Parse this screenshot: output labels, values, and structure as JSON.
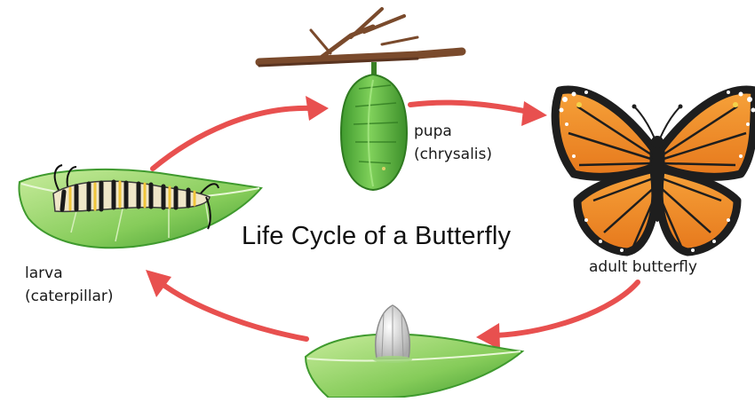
{
  "title": "Life Cycle of a Butterfly",
  "stages": {
    "larva": {
      "line1": "larva",
      "line2": "(caterpillar)"
    },
    "pupa": {
      "line1": "pupa",
      "line2": "(chrysalis)"
    },
    "adult": {
      "line1": "adult butterfly"
    },
    "egg": {}
  },
  "colors": {
    "arrow": "#e8504f",
    "leaf_dark": "#3f9a2e",
    "leaf_light": "#b5e089",
    "chrysalis": "#6cc04a",
    "wing_orange": "#f2902b",
    "wing_border": "#1e1e1e",
    "branch": "#7a4a2c"
  },
  "icons": [
    "leaf-icon",
    "caterpillar-icon",
    "chrysalis-icon",
    "branch-icon",
    "butterfly-icon",
    "egg-icon",
    "arrow-icon"
  ]
}
